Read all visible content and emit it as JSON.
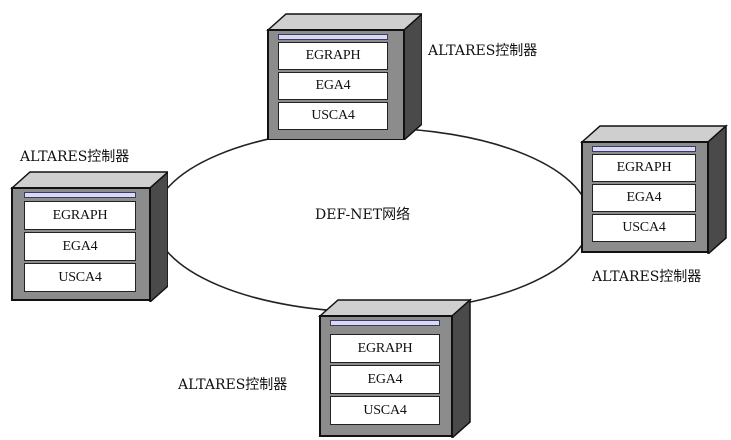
{
  "network": {
    "label": "DEF-NET网络"
  },
  "controllers": [
    {
      "label": "ALTARES控制器",
      "modules": [
        "EGRAPH",
        "EGA4",
        "USCA4"
      ]
    },
    {
      "label": "ALTARES控制器",
      "modules": [
        "EGRAPH",
        "EGA4",
        "USCA4"
      ]
    },
    {
      "label": "ALTARES控制器",
      "modules": [
        "EGRAPH",
        "EGA4",
        "USCA4"
      ]
    },
    {
      "label": "ALTARES控制器",
      "modules": [
        "EGRAPH",
        "EGA4",
        "USCA4"
      ]
    }
  ]
}
